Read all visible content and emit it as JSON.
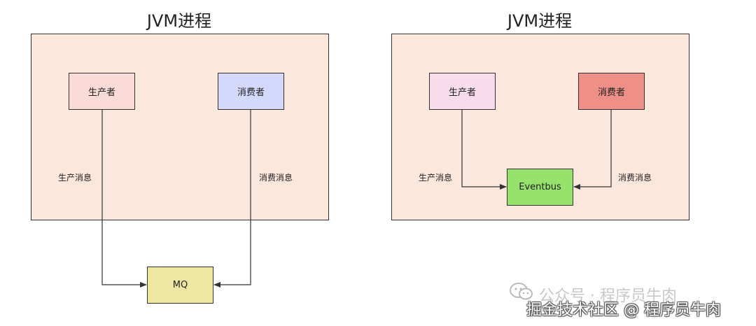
{
  "left": {
    "title": "JVM进程",
    "producer": "生产者",
    "consumer": "消费者",
    "produce_label": "生产消息",
    "consume_label": "消费消息",
    "queue": "MQ"
  },
  "right": {
    "title": "JVM进程",
    "producer": "生产者",
    "consumer": "消费者",
    "produce_label": "生产消息",
    "consume_label": "消费消息",
    "bus": "Eventbus"
  },
  "colors": {
    "process_bg": "#fce7dc",
    "left_producer": "#fadbd8",
    "left_consumer": "#d4d8fb",
    "queue": "#efe6a2",
    "right_producer": "#f8dcec",
    "right_consumer": "#ee8f88",
    "bus": "#97e26c"
  },
  "watermark": {
    "line1": "公众号 · 程序员牛肉",
    "line2": "掘金技术社区 @ 程序员牛肉"
  }
}
